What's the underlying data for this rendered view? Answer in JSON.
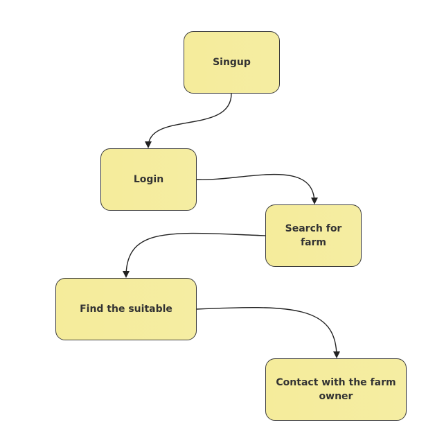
{
  "diagram": {
    "nodes": [
      {
        "id": "signup",
        "label": "Singup"
      },
      {
        "id": "login",
        "label": "Login"
      },
      {
        "id": "search",
        "label": "Search for farm"
      },
      {
        "id": "find",
        "label": "Find the suitable"
      },
      {
        "id": "contact",
        "label": "Contact with the farm owner"
      }
    ],
    "edges": [
      {
        "from": "signup",
        "to": "login"
      },
      {
        "from": "login",
        "to": "search"
      },
      {
        "from": "search",
        "to": "find"
      },
      {
        "from": "find",
        "to": "contact"
      }
    ],
    "colors": {
      "node_fill": "#f5eda0",
      "node_border": "#3b3b3b",
      "edge": "#222222",
      "text": "#333333"
    }
  }
}
